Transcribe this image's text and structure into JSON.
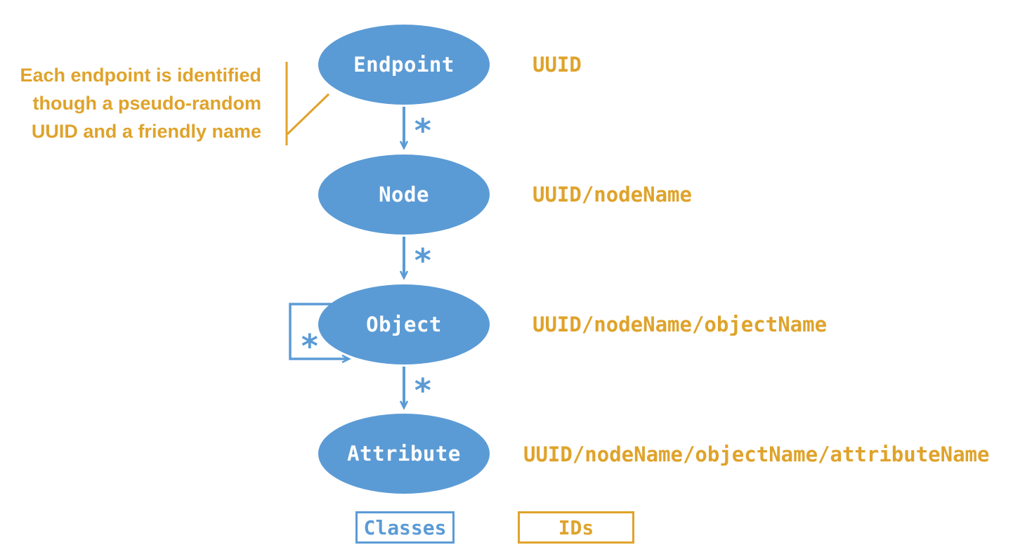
{
  "colors": {
    "class_blue": "#5B9BD5",
    "id_orange": "#DFA32B",
    "node_text": "#FFFFFF"
  },
  "annotation": {
    "line1": "Each endpoint is identified",
    "line2": "though a pseudo-random",
    "line3": "UUID and a friendly name"
  },
  "nodes": [
    {
      "label": "Endpoint",
      "id": "UUID"
    },
    {
      "label": "Node",
      "id": "UUID/nodeName"
    },
    {
      "label": "Object",
      "id": "UUID/nodeName/objectName"
    },
    {
      "label": "Attribute",
      "id": "UUID/nodeName/objectName/attributeName"
    }
  ],
  "multiplicity": "*",
  "legend": {
    "classes_label": "Classes",
    "ids_label": "IDs"
  }
}
